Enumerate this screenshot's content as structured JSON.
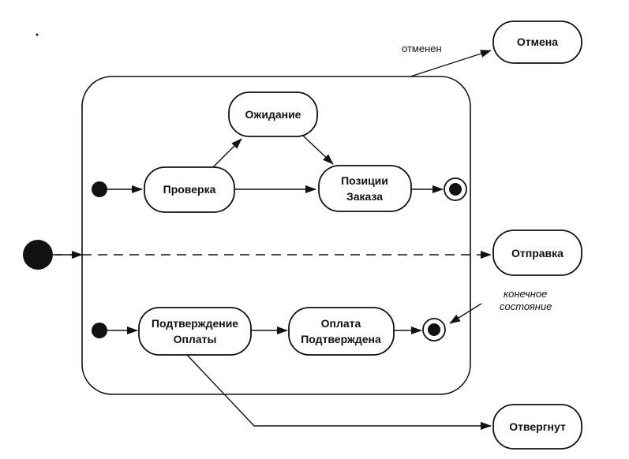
{
  "states": {
    "otmena": "Отмена",
    "ozhidanie": "Ожидание",
    "proverka": "Проверка",
    "pozicii_line1": "Позиции",
    "pozicii_line2": "Заказа",
    "otpravka": "Отправка",
    "podtv_line1": "Подтверждение",
    "podtv_line2": "Оплаты",
    "oplata_line1": "Оплата",
    "oplata_line2": "Подтверждена",
    "otvergnut": "Отвергнут"
  },
  "labels": {
    "cancelled": "отменен",
    "final_line1": "конечное",
    "final_line2": "состояние"
  }
}
